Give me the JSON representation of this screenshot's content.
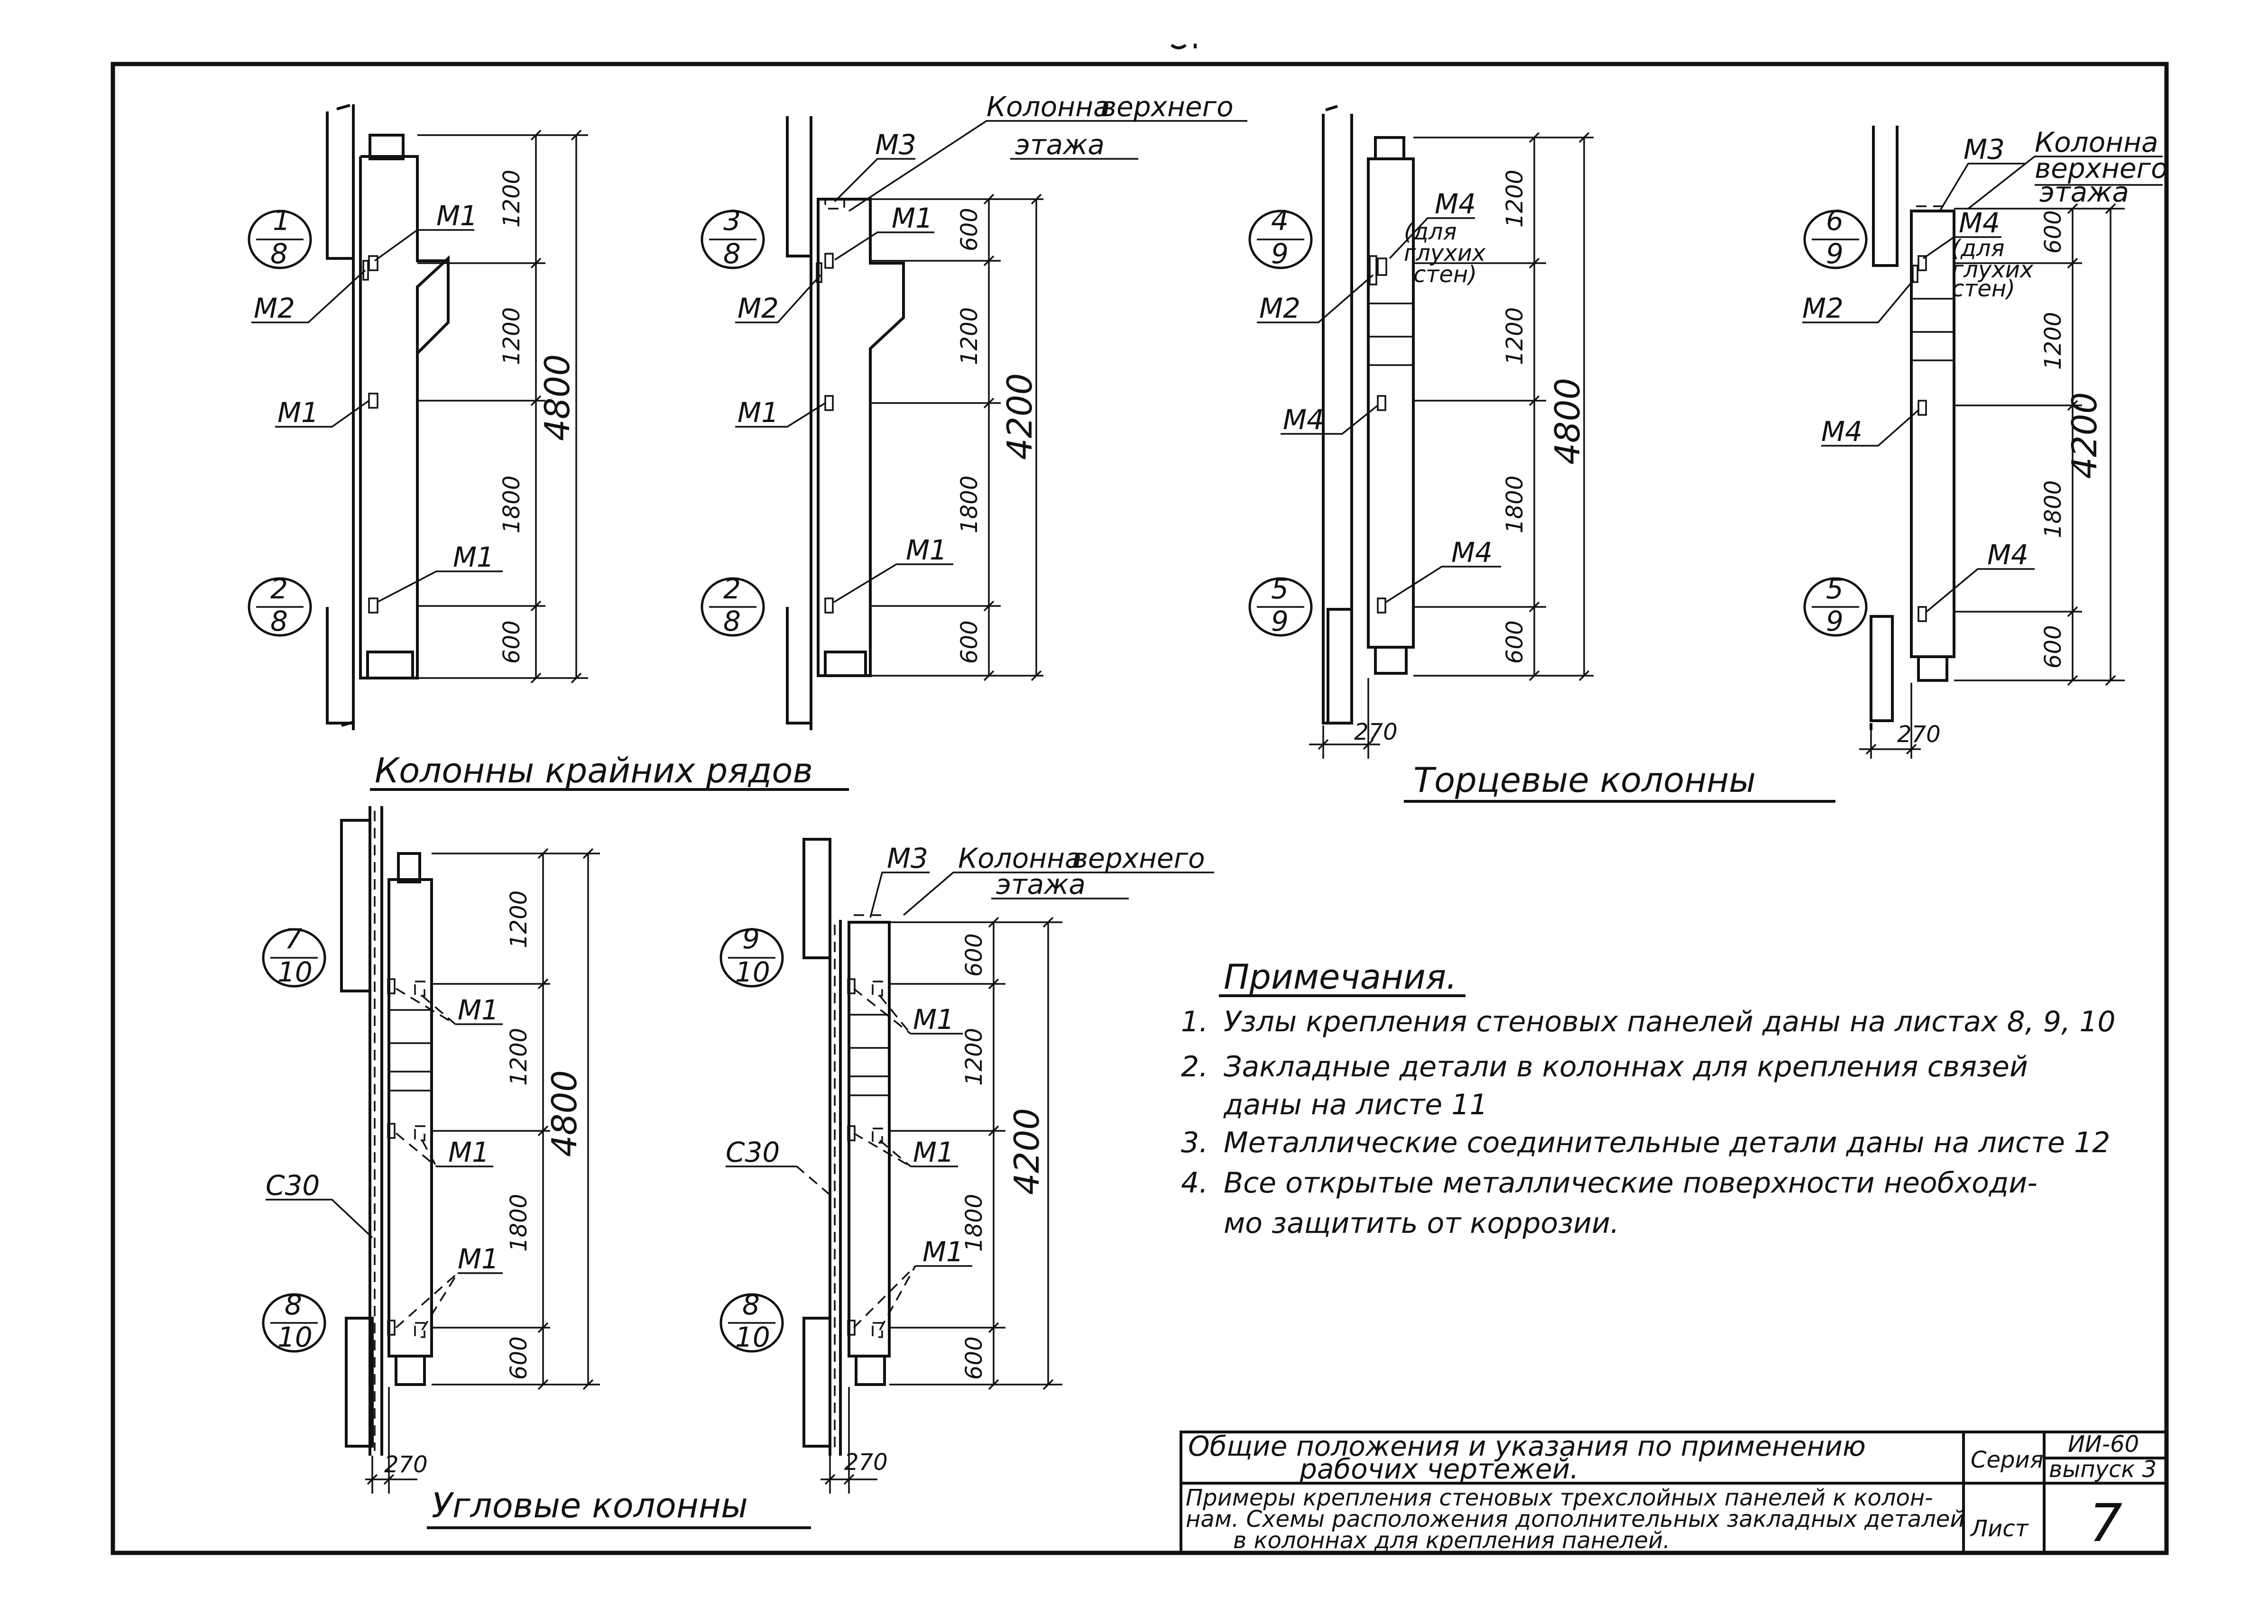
{
  "sheet": {
    "section_titles": {
      "edge_rows": "Колонны крайних рядов",
      "end_columns": "Торцевые колонны",
      "corner_columns": "Угловые колонны"
    },
    "upper_floor_column": "Колонна верхнего этажа",
    "upper_floor_column_line1": "Колонна",
    "upper_floor_column_line2": "верхнего",
    "upper_floor_column_line3": "этажа",
    "blind_walls_note": "(для глухих стен)",
    "blind_line1": "(для",
    "blind_line2": "глухих",
    "blind_line3": "стен)",
    "parts": {
      "m1": "М1",
      "m2": "М2",
      "m3": "М3",
      "m4": "М4",
      "c30": "С30"
    },
    "dims": {
      "d1200": "1200",
      "d1800": "1800",
      "d600": "600",
      "d4800": "4800",
      "d4200": "4200",
      "d270": "270"
    },
    "callouts": {
      "c1": {
        "num": "1",
        "den": "8"
      },
      "c2": {
        "num": "2",
        "den": "8"
      },
      "c3": {
        "num": "3",
        "den": "8"
      },
      "c4": {
        "num": "4",
        "den": "9"
      },
      "c5": {
        "num": "5",
        "den": "9"
      },
      "c6": {
        "num": "6",
        "den": "9"
      },
      "c7": {
        "num": "7",
        "den": "10"
      },
      "c8": {
        "num": "8",
        "den": "10"
      },
      "c9": {
        "num": "9",
        "den": "10"
      }
    }
  },
  "notes": {
    "title": "Примечания.",
    "items": [
      {
        "num": "1.",
        "lines": [
          "Узлы крепления стеновых панелей даны на листах 8, 9, 10"
        ]
      },
      {
        "num": "2.",
        "lines": [
          "Закладные детали в колоннах для крепления связей",
          "даны на листе 11"
        ]
      },
      {
        "num": "3.",
        "lines": [
          "Металлические соединительные детали даны на листе 12"
        ]
      },
      {
        "num": "4.",
        "lines": [
          "Все открытые металлические поверхности необходи-",
          "мо защитить от коррозии."
        ]
      }
    ]
  },
  "title_block": {
    "title_line1": "Общие положения и указания по применению",
    "title_line2": "рабочих чертежей.",
    "series_label": "Серия",
    "series_value_line1": "ИИ-60",
    "series_value_line2": "выпуск 3",
    "desc_line1": "Примеры крепления стеновых трехслойных панелей к колон-",
    "desc_line2": "нам. Схемы расположения дополнительных закладных деталей",
    "desc_line3": "в колоннах для крепления панелей.",
    "sheet_label": "Лист",
    "sheet_value": "7"
  }
}
